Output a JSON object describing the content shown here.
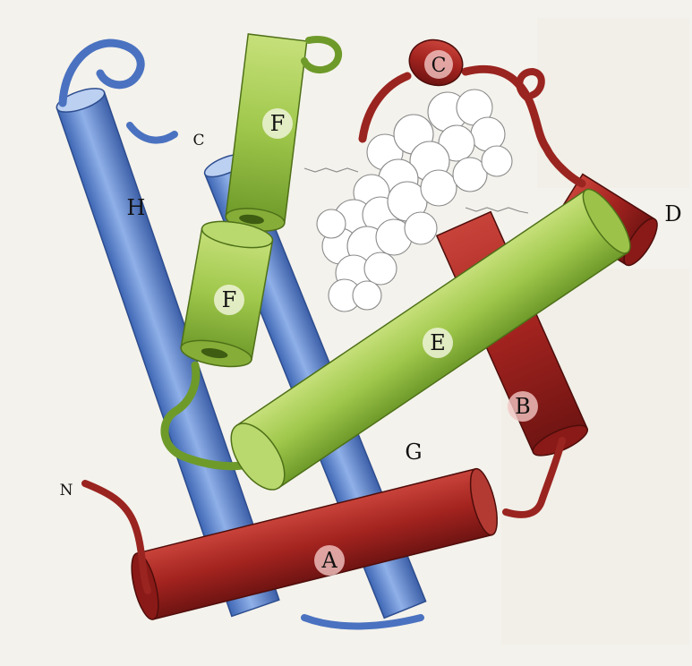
{
  "helices": {
    "A": "A",
    "B": "B",
    "C": "C",
    "D": "D",
    "E": "E",
    "F_upper": "F",
    "F_lower": "F",
    "G": "G",
    "H": "H"
  },
  "termini": {
    "n": "N",
    "c": "C"
  },
  "colors": {
    "blue": "#5b86d0",
    "green": "#9cc24a",
    "red": "#a3231f",
    "heme": "#ffffff",
    "background": "#f4f2ec"
  }
}
